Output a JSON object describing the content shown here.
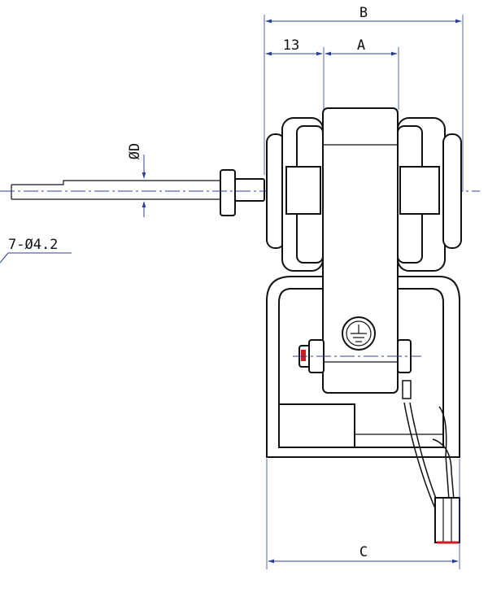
{
  "dimensions": {
    "b": "B",
    "thirteen": "13",
    "a": "A",
    "d": "ØD",
    "c": "C",
    "holes": "7-Ø4.2"
  },
  "colors": {
    "dimension": "#2a3f9a",
    "outline": "#111111",
    "wire_end": "#d2191e"
  }
}
